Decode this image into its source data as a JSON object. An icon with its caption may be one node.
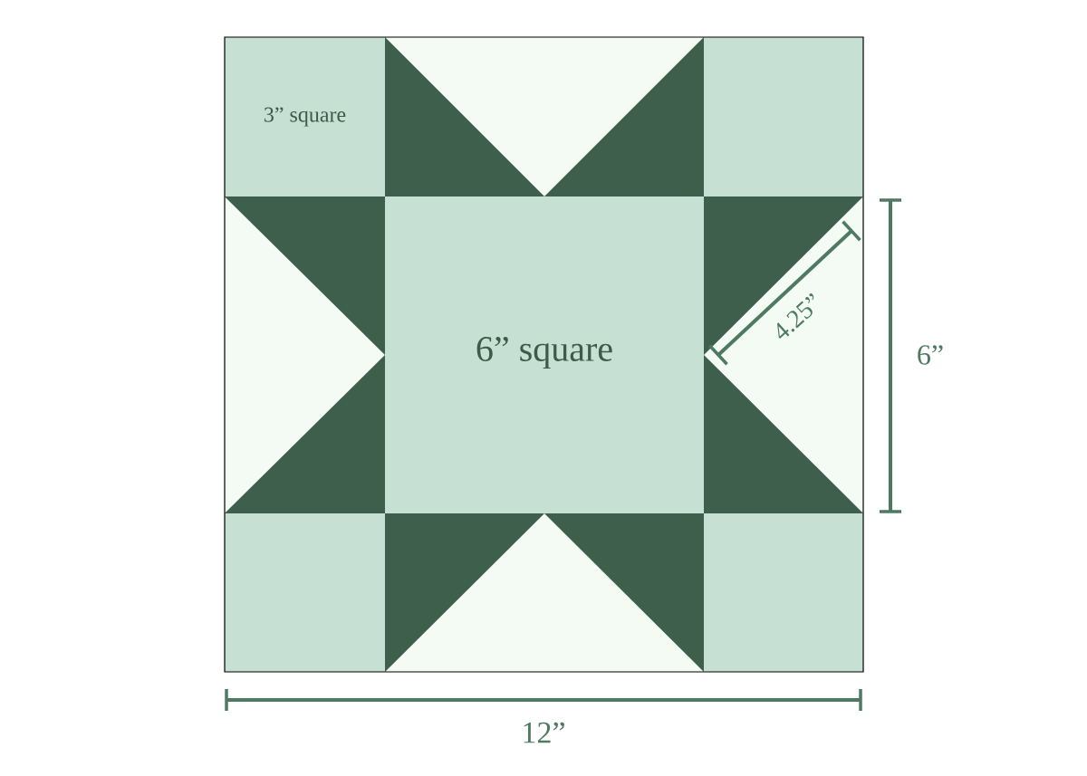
{
  "diagram": {
    "nodes": [
      {
        "text": [
          "3” square"
        ]
      },
      {
        "text": [
          "6” square"
        ]
      }
    ],
    "labels": [
      "4.25”",
      "6”",
      "12”"
    ]
  }
}
